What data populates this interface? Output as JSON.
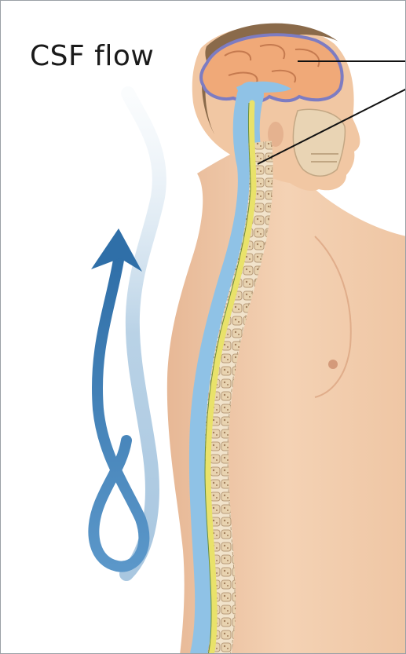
{
  "title": "CSF flow",
  "colors": {
    "background": "#ffffff",
    "border": "#9aa0a6",
    "skin": "#f2c9a8",
    "skin_shadow": "#e4ad8a",
    "hair": "#8a6a4a",
    "brain": "#f0a978",
    "brain_outline": "#7d7cc2",
    "csf_blue": "#8fc2e6",
    "spinal_cord": "#e9e26a",
    "vertebra": "#f3e6cf",
    "vertebra_edge": "#b89b7a",
    "flow_arrow": "#3d7fb8",
    "flow_light": "#c9dceb",
    "leader_line": "#111111"
  },
  "icons": {
    "flow_arrow": "upward-curving-arrow",
    "figure": "human-side-profile-with-spine"
  }
}
